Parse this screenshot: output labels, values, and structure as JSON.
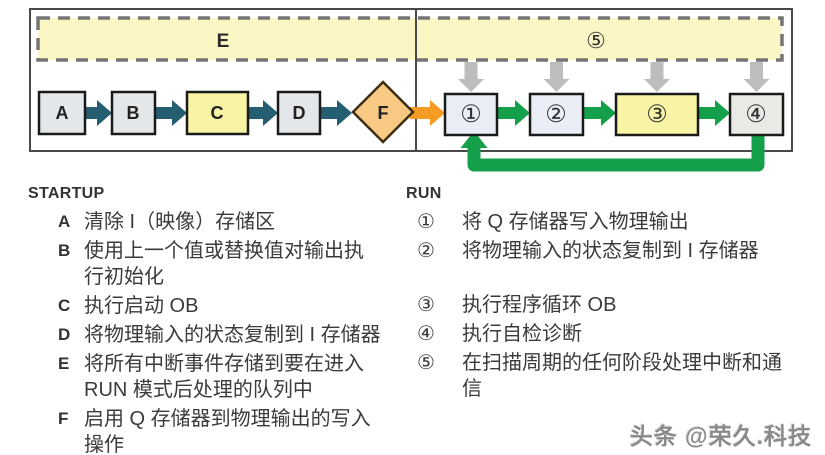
{
  "colors": {
    "teal_arrow": "#255E70",
    "orange_arrow": "#F59A23",
    "green_arrow": "#14A04A",
    "gray_arrow": "#BDBDBD",
    "yellow_box_fill": "#F8F3A5",
    "dashed_band_fill": "#FBF7C4",
    "dashed_band_border": "#757575",
    "gray_box_fill": "#E4E7E9",
    "blue_box_fill": "#EAEDF6",
    "diamond_fill": "#F7C983",
    "outer_border": "#4A4A4A",
    "box_border": "#1A1A1A"
  },
  "diagram": {
    "band": {
      "startup_label": "E",
      "run_label": "⑤"
    },
    "startup_boxes": [
      "A",
      "B",
      "C",
      "D"
    ],
    "decision_label": "F",
    "run_boxes": [
      "①",
      "②",
      "③",
      "④"
    ]
  },
  "legend": {
    "startup": {
      "title": "STARTUP",
      "items": [
        {
          "marker": "A",
          "lines": [
            "清除 I（映像）存储区"
          ]
        },
        {
          "marker": "B",
          "lines": [
            "使用上一个值或替换值对输出执",
            "行初始化"
          ]
        },
        {
          "marker": "C",
          "lines": [
            "执行启动 OB"
          ]
        },
        {
          "marker": "D",
          "lines": [
            "将物理输入的状态复制到 I 存储器"
          ]
        },
        {
          "marker": "E",
          "lines": [
            "将所有中断事件存储到要在进入",
            "RUN 模式后处理的队列中"
          ]
        },
        {
          "marker": "F",
          "lines": [
            "启用 Q 存储器到物理输出的写入",
            "操作"
          ]
        }
      ]
    },
    "run": {
      "title": "RUN",
      "items": [
        {
          "marker": "①",
          "lines": [
            "将 Q 存储器写入物理输出"
          ]
        },
        {
          "marker": "②",
          "lines": [
            "将物理输入的状态复制到 I 存储器"
          ]
        },
        {
          "marker": "③",
          "lines": [
            "执行程序循环 OB"
          ]
        },
        {
          "marker": "④",
          "lines": [
            "执行自检诊断"
          ]
        },
        {
          "marker": "⑤",
          "lines": [
            "在扫描周期的任何阶段处理中断和通",
            "信"
          ]
        }
      ]
    }
  },
  "watermark": "头条 @荣久.科技"
}
